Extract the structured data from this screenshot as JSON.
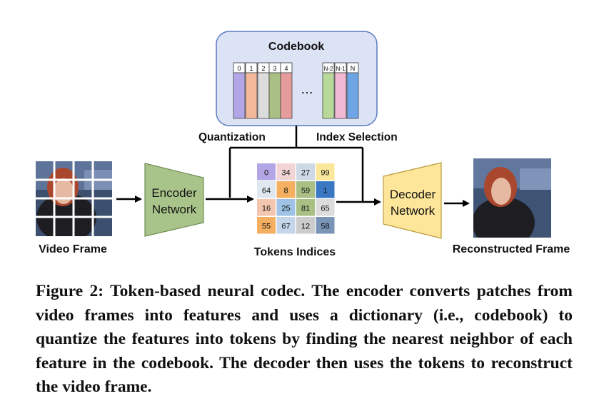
{
  "codebook": {
    "title": "Codebook",
    "entries": [
      {
        "label": "0",
        "color": "#b3a6e6"
      },
      {
        "label": "1",
        "color": "#f4b89a"
      },
      {
        "label": "2",
        "color": "#dcdcdc"
      },
      {
        "label": "3",
        "color": "#a9bf84"
      },
      {
        "label": "4",
        "color": "#e79c9c"
      },
      {
        "label": "N-2",
        "color": "#b9d99a"
      },
      {
        "label": "N-1",
        "color": "#f0b8d2"
      },
      {
        "label": "N",
        "color": "#6ea5e6"
      }
    ],
    "ellipsis": "…"
  },
  "labels": {
    "quantization": "Quantization",
    "index_selection": "Index Selection",
    "encoder_line1": "Encoder",
    "encoder_line2": "Network",
    "decoder_line1": "Decoder",
    "decoder_line2": "Network",
    "video_frame": "Video Frame",
    "tokens_indices": "Tokens Indices",
    "reconstructed_frame": "Reconstructed Frame"
  },
  "tokens": {
    "values": [
      [
        "0",
        "34",
        "27",
        "99"
      ],
      [
        "64",
        "8",
        "59",
        "1"
      ],
      [
        "16",
        "25",
        "81",
        "65"
      ],
      [
        "55",
        "67",
        "12",
        "58"
      ]
    ],
    "colors": [
      [
        "#b3a6e6",
        "#f2d4d4",
        "#cdd9e5",
        "#fbe79a"
      ],
      [
        "#dfe7f0",
        "#f4b060",
        "#a9bf84",
        "#3a78c4"
      ],
      [
        "#f4c6b0",
        "#9ec3e6",
        "#a9bf84",
        "#dcdcdc"
      ],
      [
        "#f4b060",
        "#c5d6ea",
        "#cccccc",
        "#7a94b8"
      ]
    ]
  },
  "caption": "Figure 2: Token-based neural codec. The encoder converts patches from video frames into features and uses a dictionary (i.e., codebook) to quantize the features into tokens by finding the nearest neighbor of each feature in the codebook. The decoder then uses the tokens to reconstruct the video frame.",
  "colors": {
    "codebook_bg": "#dce3f5",
    "codebook_border": "#5b7bc0",
    "encoder_fill": "#a9c48a",
    "encoder_border": "#6f8a55",
    "decoder_fill": "#fde59a",
    "decoder_border": "#b89a3a",
    "arrow": "#000000"
  }
}
